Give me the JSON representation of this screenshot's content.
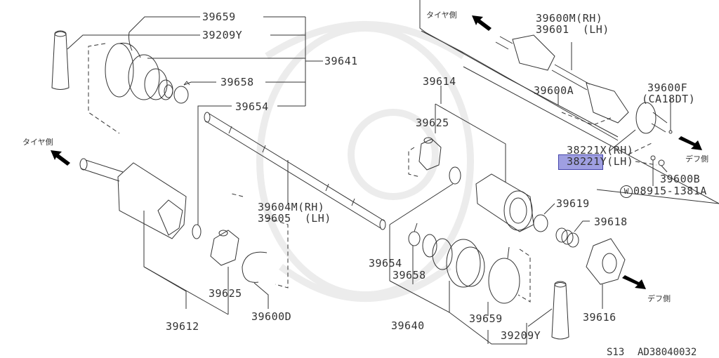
{
  "diagram": {
    "model_code": "S13",
    "diagram_id": "AD38040032",
    "direction_labels": {
      "tire_side": "タイヤ側",
      "diff_side": "デフ側"
    },
    "highlight_color": "#5a5ac8",
    "highlighted_part": "38221Y(LH)",
    "parts": [
      {
        "id": "p39659a",
        "label": "39659"
      },
      {
        "id": "p39209Ya",
        "label": "39209Y"
      },
      {
        "id": "p39641",
        "label": "39641"
      },
      {
        "id": "p39658a",
        "label": "39658"
      },
      {
        "id": "p39654a",
        "label": "39654"
      },
      {
        "id": "p39604M",
        "label": "39604M(RH)"
      },
      {
        "id": "p39605",
        "label": "39605  (LH)"
      },
      {
        "id": "p39625a",
        "label": "39625"
      },
      {
        "id": "p39612",
        "label": "39612"
      },
      {
        "id": "p39600D",
        "label": "39600D"
      },
      {
        "id": "p39614",
        "label": "39614"
      },
      {
        "id": "p39625b",
        "label": "39625"
      },
      {
        "id": "p39600M",
        "label": "39600M(RH)"
      },
      {
        "id": "p39601",
        "label": "39601  (LH)"
      },
      {
        "id": "p39600A",
        "label": "39600A"
      },
      {
        "id": "p39600F",
        "label": "39600F"
      },
      {
        "id": "pCA18DT",
        "label": "(CA18DT)"
      },
      {
        "id": "p38221X",
        "label": "38221X(RH)"
      },
      {
        "id": "p38221Y",
        "label": "38221Y(LH)"
      },
      {
        "id": "p39600B",
        "label": "39600B"
      },
      {
        "id": "p08915",
        "label": "08915-1381A"
      },
      {
        "id": "pW",
        "label": "W"
      },
      {
        "id": "p39619",
        "label": "39619"
      },
      {
        "id": "p39618",
        "label": "39618"
      },
      {
        "id": "p39654b",
        "label": "39654"
      },
      {
        "id": "p39658b",
        "label": "39658"
      },
      {
        "id": "p39640",
        "label": "39640"
      },
      {
        "id": "p39659b",
        "label": "39659"
      },
      {
        "id": "p39209Yb",
        "label": "39209Y"
      },
      {
        "id": "p39616",
        "label": "39616"
      }
    ]
  }
}
